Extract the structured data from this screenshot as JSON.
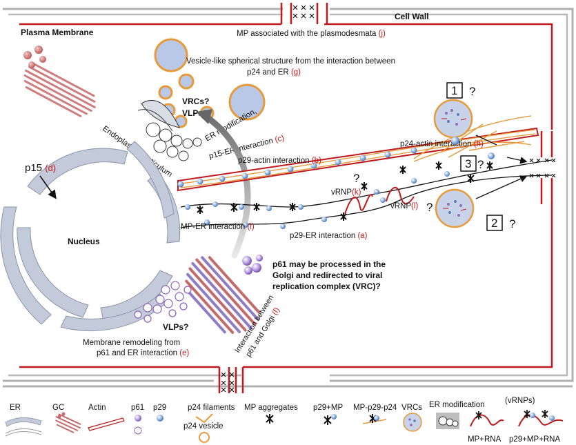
{
  "labels": {
    "cell_wall": "Cell Wall",
    "plasma_membrane": "Plasma Membrane",
    "mp_plasmodesmata": "MP associated with the plasmodesmata",
    "mp_plasmodesmata_ref": "(j)",
    "vesicle_line1": "Vesicle-like spherical structure from the interaction between",
    "vesicle_line2": "p24 and ER",
    "vesicle_ref": "(g)",
    "vrcs_q": "VRCs?",
    "vlps_q_top": "VLPs?",
    "er_mod_line1": "ER modification,",
    "er_mod_line2": "p15-ER interaction",
    "er_mod_ref": "(c)",
    "endoplasmic_reticulum": "Endoplasmic Reticulum",
    "p15": "p15",
    "p15_ref": "(d)",
    "p24_actin": "p24-actin interaction",
    "p24_actin_ref": "(h)",
    "p29_actin": "p29-actin interaction",
    "p29_actin_ref": "(b)",
    "vrnp_k": "vRNP",
    "vrnp_k_ref": "(k)",
    "vrnp_l": "vRNP",
    "vrnp_l_ref": "(l)",
    "mp_er": "MP-ER interaction",
    "mp_er_ref": "(i)",
    "p29_er": "p29-ER interaction",
    "p29_er_ref": "(a)",
    "nucleus": "Nucleus",
    "p61_line1": "p61 may be processed in the",
    "p61_line2": "Golgi and redirected to viral",
    "p61_line3": "replication complex (VRC)?",
    "vlps_q_bottom": "VLPs?",
    "membrane_line1": "Membrane remodeling from",
    "membrane_line2": "p61 and ER interaction",
    "membrane_ref": "(e)",
    "golgi_line1": "Interaction between",
    "golgi_line2": "p61 and Golgi",
    "golgi_ref": "(f)",
    "box1": "1",
    "box2": "2",
    "box3": "3",
    "question": "?"
  },
  "legend": {
    "er": "ER",
    "gc": "GC",
    "actin": "Actin",
    "p61": "p61",
    "p29": "p29",
    "p24_filaments": "p24 filaments",
    "p24_vesicle": "p24 vesicle",
    "mp_aggregates": "MP aggregates",
    "p29_mp": "p29+MP",
    "mp_p29_p24": "MP-p29-p24",
    "vrcs": "VRCs",
    "er_modification": "ER modification",
    "vrnps": "(vRNPs)",
    "mp_rna": "MP+RNA",
    "p29_mp_rna": "p29+MP+RNA"
  },
  "colors": {
    "membrane_red": "#c0181c",
    "wall_gray": "#a8a8a8",
    "er_fill": "#c3cad9",
    "vesicle_orange": "#e69a3a",
    "vesicle_fill": "#b9c8e6",
    "p29_blue": "#7fa4d6",
    "p61_purple": "#a98ad0",
    "golgi_red": "#c46a6a"
  }
}
